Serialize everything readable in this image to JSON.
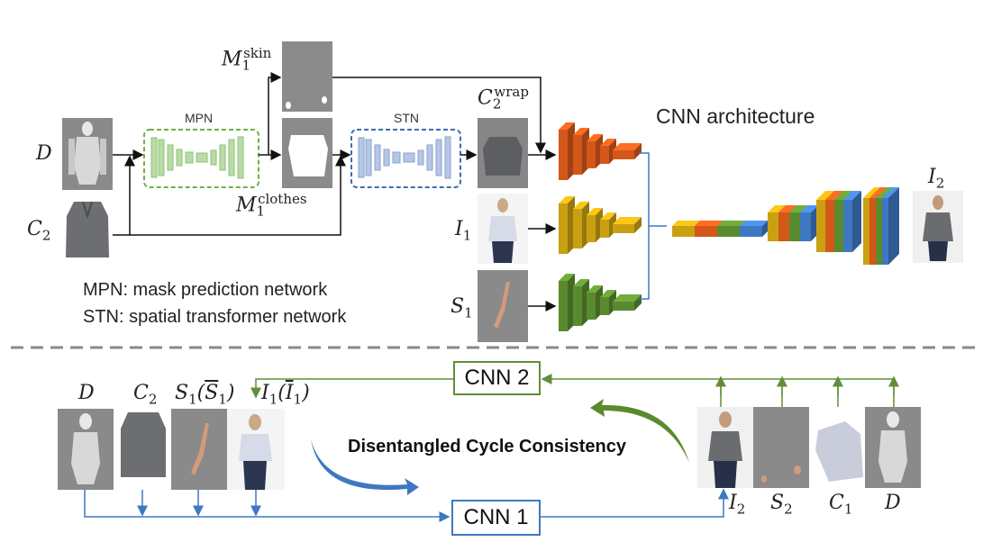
{
  "top": {
    "mpn_label": "MPN",
    "stn_label": "STN",
    "cnn_architecture": "CNN architecture",
    "legend": {
      "mpn": "MPN: mask prediction network",
      "stn": "STN: spatial transformer network"
    },
    "inputs": {
      "D": "D",
      "C2": "C",
      "C2_sub": "2",
      "I1": "I",
      "I1_sub": "1",
      "S1": "S",
      "S1_sub": "1"
    },
    "masks": {
      "skin": "M",
      "skin_sub": "1",
      "skin_sup": "skin",
      "clothes": "M",
      "clothes_sub": "1",
      "clothes_sup": "clothes"
    },
    "warp": {
      "base": "C",
      "sub": "2",
      "sup": "wrap"
    },
    "output": {
      "base": "I",
      "sub": "2"
    }
  },
  "bottom": {
    "cnn1": "CNN 1",
    "cnn2": "CNN 2",
    "cycle_label": "Disentangled Cycle Consistency",
    "left_labels": [
      {
        "base": "D",
        "sub": ""
      },
      {
        "base": "C",
        "sub": "2"
      },
      {
        "base": "S",
        "sub": "1",
        "paren": "S",
        "paren_sub": "1"
      },
      {
        "base": "I",
        "sub": "1",
        "paren": "I",
        "paren_sub": "1"
      }
    ],
    "right_labels": [
      {
        "base": "I",
        "sub": "2"
      },
      {
        "base": "S",
        "sub": "2"
      },
      {
        "base": "C",
        "sub": "1"
      },
      {
        "base": "D",
        "sub": ""
      }
    ]
  },
  "colors": {
    "orange": "#d4571a",
    "yellow": "#c9a012",
    "green": "#5a8a2e",
    "blue": "#3f78c2",
    "mpn": "#9dc98a",
    "stn": "#9fb2d8",
    "line_green": "#5f8f3a",
    "line_blue": "#3f78c2"
  }
}
